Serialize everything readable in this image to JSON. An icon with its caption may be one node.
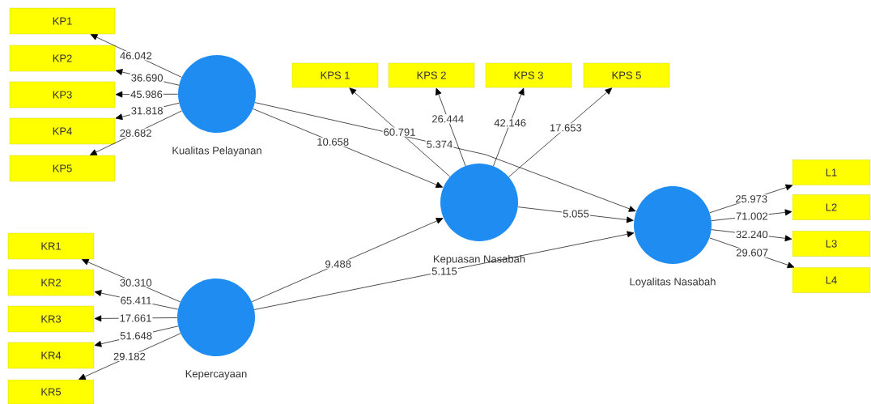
{
  "diagram": {
    "nodes": [
      {
        "text": [
          "KP1"
        ]
      },
      {
        "text": [
          "KP2"
        ]
      },
      {
        "text": [
          "KP3"
        ]
      },
      {
        "text": [
          "KP4"
        ]
      },
      {
        "text": [
          "KP5"
        ]
      },
      {
        "text": [],
        "shape": "circle",
        "beside": [
          "Kualitas Pelayanan"
        ]
      },
      {
        "text": [
          "KPS 1"
        ]
      },
      {
        "text": [
          "KPS 2"
        ]
      },
      {
        "text": [
          "KPS 3"
        ]
      },
      {
        "text": [
          "KPS 5"
        ]
      },
      {
        "text": [],
        "shape": "circle",
        "beside": [
          "Kepuasan Nasabah"
        ]
      },
      {
        "text": [
          "KR1"
        ]
      },
      {
        "text": [
          "KR2"
        ]
      },
      {
        "text": [
          "KR3"
        ]
      },
      {
        "text": [
          "KR4"
        ]
      },
      {
        "text": [
          "KR5"
        ]
      },
      {
        "text": [],
        "shape": "circle",
        "beside": [
          "Kepercayaan"
        ]
      },
      {
        "text": [],
        "shape": "circle",
        "beside": [
          "Loyalitas Nasabah"
        ]
      },
      {
        "text": [
          "L1"
        ]
      },
      {
        "text": [
          "L2"
        ]
      },
      {
        "text": [
          "L3"
        ]
      },
      {
        "text": [
          "L4"
        ]
      }
    ],
    "edges": [
      {
        "from": 5,
        "to": 0,
        "arrow": "to",
        "label": "46.042"
      },
      {
        "from": 5,
        "to": 1,
        "arrow": "to",
        "label": "36.690"
      },
      {
        "from": 5,
        "to": 2,
        "arrow": "to",
        "label": "45.986"
      },
      {
        "from": 5,
        "to": 3,
        "arrow": "to",
        "label": "31.818"
      },
      {
        "from": 5,
        "to": 4,
        "arrow": "to",
        "label": "28.682"
      },
      {
        "from": 10,
        "to": 6,
        "arrow": "to",
        "label": "60.791"
      },
      {
        "from": 10,
        "to": 7,
        "arrow": "to",
        "label": "26.444"
      },
      {
        "from": 10,
        "to": 8,
        "arrow": "to",
        "label": "42.146"
      },
      {
        "from": 10,
        "to": 9,
        "arrow": "to",
        "label": "17.653"
      },
      {
        "from": 16,
        "to": 11,
        "arrow": "to",
        "label": "30.310"
      },
      {
        "from": 16,
        "to": 12,
        "arrow": "to",
        "label": "65.411"
      },
      {
        "from": 16,
        "to": 13,
        "arrow": "to",
        "label": "17.661"
      },
      {
        "from": 16,
        "to": 14,
        "arrow": "to",
        "label": "51.648"
      },
      {
        "from": 16,
        "to": 15,
        "arrow": "to",
        "label": "29.182"
      },
      {
        "from": 17,
        "to": 18,
        "arrow": "to",
        "label": "25.973"
      },
      {
        "from": 17,
        "to": 19,
        "arrow": "to",
        "label": "71.002"
      },
      {
        "from": 17,
        "to": 20,
        "arrow": "to",
        "label": "32.240"
      },
      {
        "from": 17,
        "to": 21,
        "arrow": "to",
        "label": "29.607"
      },
      {
        "from": 5,
        "to": 10,
        "arrow": "to",
        "label": "10.658"
      },
      {
        "from": 5,
        "to": 17,
        "arrow": "to",
        "label": "5.374"
      },
      {
        "from": 16,
        "to": 10,
        "arrow": "to",
        "label": "9.488"
      },
      {
        "from": 16,
        "to": 17,
        "arrow": "to",
        "label": "5.115"
      },
      {
        "from": 10,
        "to": 17,
        "arrow": "to",
        "label": "5.055"
      }
    ]
  }
}
